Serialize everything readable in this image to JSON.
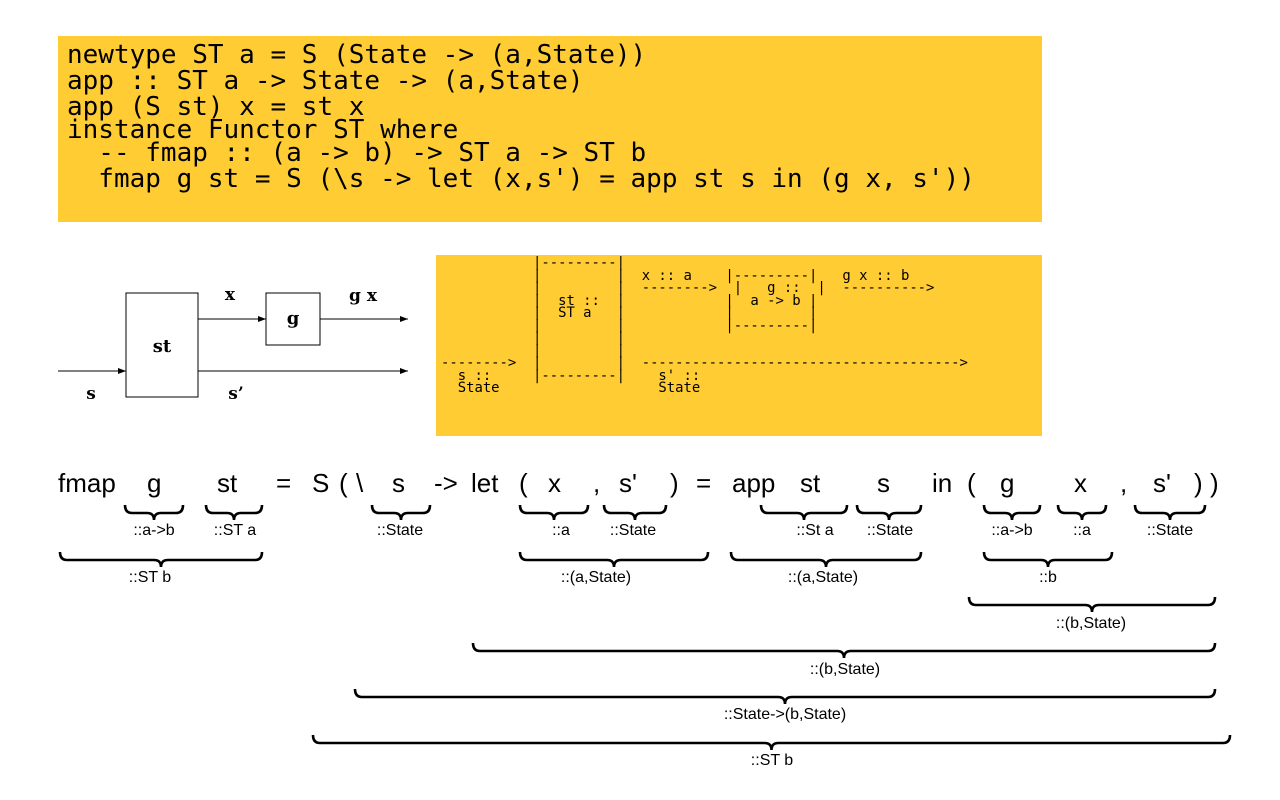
{
  "code": {
    "lines": [
      "newtype ST a = S (State -> (a,State))",
      "app :: ST a -> State -> (a,State)",
      "app (S st) x = st x",
      "instance Functor ST where",
      "  -- fmap :: (a -> b) -> ST a -> ST b",
      "  fmap g st = S (\\s -> let (x,s') = app st s in (g x, s'))"
    ]
  },
  "diagram": {
    "st_label": "st",
    "g_label": "g",
    "x_label": "x",
    "gx_label": "g x",
    "s_label": "s",
    "s2_label": "s’"
  },
  "ascii_art": "           |---------|\n           |         |  x :: a    |---------|   g x :: b\n           |         |  -------->  |   g ::  |  ---------->\n           |  st ::  |            |  a -> b |\n           |  ST a   |            |         |\n           |         |            |---------|\n           |         |\n           |         |\n-------->  |         |  -------------------------------------->\n  s ::     |---------|    s' ::\n  State                   State",
  "expression": {
    "tokens": [
      "fmap",
      "g",
      "st",
      "=",
      "S",
      "(",
      "\\",
      "s",
      "->",
      "let",
      "(",
      "x",
      ",",
      "s'",
      ")",
      "=",
      "app",
      "st",
      "s",
      "in",
      "(",
      "g",
      "x",
      ",",
      "s'",
      ")",
      ")"
    ],
    "labels": {
      "g_type": "::a->b",
      "st_type": "::ST a",
      "fmap_type": "::ST b",
      "s_type": "::State",
      "x_type": "::a",
      "s2_type": "::State",
      "pair1_type": "::(a,State)",
      "app_st_type": "::St a",
      "app_s_type": "::State",
      "app_type": "::(a,State)",
      "g2_type": "::a->b",
      "x2_type": "::a",
      "s3_type": "::State",
      "gx_type": "::b",
      "pair2_type": "::(b,State)",
      "let_type": "::(b,State)",
      "lambda_type": "::State->(b,State)",
      "whole_type": "::ST b"
    }
  }
}
